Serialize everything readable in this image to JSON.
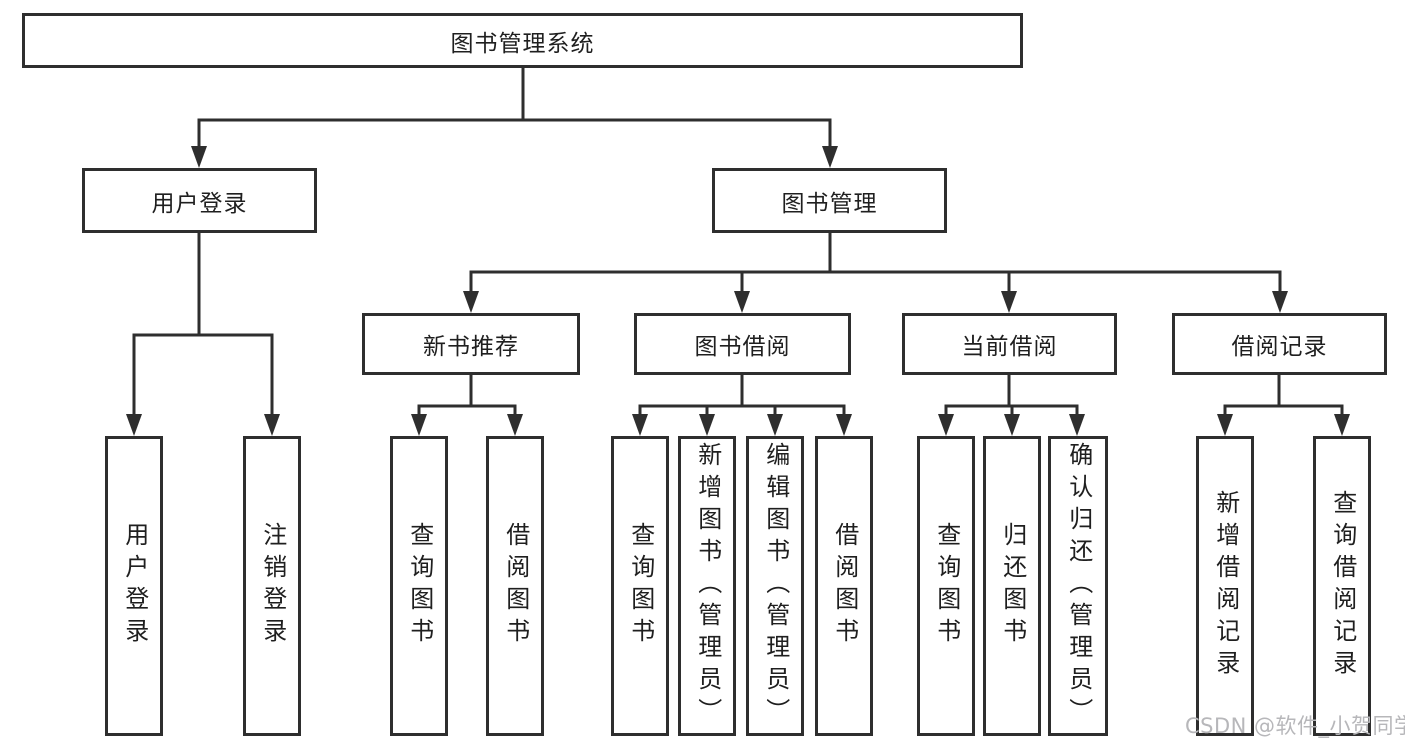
{
  "colors": {
    "line": "#2e2e2e",
    "text": "#1f1f1f",
    "watermark": "#b7b7ba"
  },
  "watermark": "CSDN @软件_小贺同学",
  "diagram": {
    "root": "图书管理系统",
    "branches": [
      {
        "label": "用户登录",
        "children": [
          {
            "label": "用户登录"
          },
          {
            "label": "注销登录"
          }
        ]
      },
      {
        "label": "图书管理",
        "children": [
          {
            "label": "新书推荐",
            "children": [
              {
                "label": "查询图书"
              },
              {
                "label": "借阅图书"
              }
            ]
          },
          {
            "label": "图书借阅",
            "children": [
              {
                "label": "查询图书"
              },
              {
                "label": "新增图书（管理员）"
              },
              {
                "label": "编辑图书（管理员）"
              },
              {
                "label": "借阅图书"
              }
            ]
          },
          {
            "label": "当前借阅",
            "children": [
              {
                "label": "查询图书"
              },
              {
                "label": "归还图书"
              },
              {
                "label": "确认归还（管理员）"
              }
            ]
          },
          {
            "label": "借阅记录",
            "children": [
              {
                "label": "新增借阅记录"
              },
              {
                "label": "查询借阅记录"
              }
            ]
          }
        ]
      }
    ]
  }
}
